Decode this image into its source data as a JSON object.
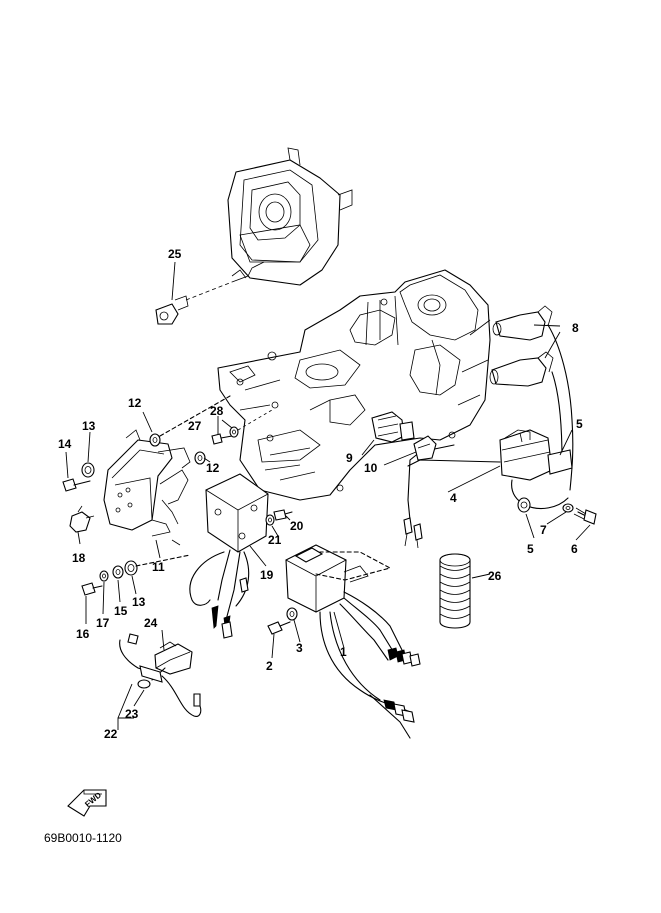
{
  "diagram": {
    "drawing_code": "69B0010-1120",
    "direction_marker": "FWD",
    "part_labels": {
      "p1": "1",
      "p2": "2",
      "p3": "3",
      "p4": "4",
      "p5a": "5",
      "p5b": "5",
      "p6": "6",
      "p7": "7",
      "p8": "8",
      "p9": "9",
      "p10": "10",
      "p11": "11",
      "p12a": "12",
      "p12b": "12",
      "p13a": "13",
      "p13b": "13",
      "p14": "14",
      "p15": "15",
      "p16": "16",
      "p17": "17",
      "p18": "18",
      "p19": "19",
      "p20": "20",
      "p21": "21",
      "p22": "22",
      "p23": "23",
      "p24": "24",
      "p25": "25",
      "p26": "26",
      "p27": "27",
      "p28": "28"
    }
  }
}
